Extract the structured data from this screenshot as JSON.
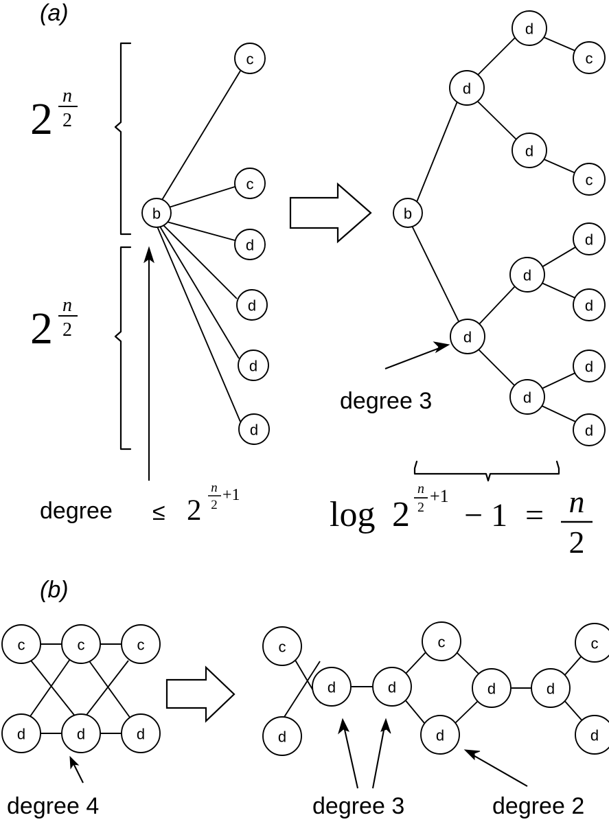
{
  "figure": {
    "panels": [
      {
        "id": "a",
        "label": "(a)"
      },
      {
        "id": "b",
        "label": "(b)"
      }
    ]
  },
  "panel_a": {
    "label": "(a)",
    "left_graph": {
      "center_node": "b",
      "fan_nodes": [
        "c",
        "c",
        "d",
        "d",
        "d",
        "d"
      ],
      "upper_bracket_label": {
        "base": "2",
        "exp_num": "n",
        "exp_den": "2"
      },
      "lower_bracket_label": {
        "base": "2",
        "exp_num": "n",
        "exp_den": "2"
      },
      "annotation": {
        "word": "degree",
        "relation": "≤",
        "base": "2",
        "exp_num": "n",
        "exp_den": "2",
        "exp_plus": "+1"
      }
    },
    "transform_arrow": "block-arrow-right",
    "right_tree": {
      "root": "b",
      "nodes": [
        "d",
        "d",
        "c",
        "d",
        "c",
        "d",
        "d",
        "d",
        "d",
        "d",
        "d",
        "d"
      ],
      "annotation": "degree 3",
      "depth_formula": {
        "log": "log",
        "base": "2",
        "exp_num": "n",
        "exp_den": "2",
        "exp_plus": "+1",
        "minus": "− 1",
        "equals": "=",
        "result_num": "n",
        "result_den": "2"
      }
    }
  },
  "panel_b": {
    "label": "(b)",
    "left_graph": {
      "top_nodes": [
        "c",
        "c",
        "c"
      ],
      "bottom_nodes": [
        "d",
        "d",
        "d"
      ],
      "annotation": "degree 4"
    },
    "transform_arrow": "block-arrow-right",
    "right_graph": {
      "nodes": [
        "c",
        "d",
        "d",
        "d",
        "c",
        "d",
        "d",
        "d",
        "c",
        "d"
      ],
      "annotations": [
        "degree 3",
        "degree 2"
      ]
    }
  },
  "colors": {
    "stroke": "#000000",
    "fill": "#ffffff",
    "background": "#ffffff"
  }
}
